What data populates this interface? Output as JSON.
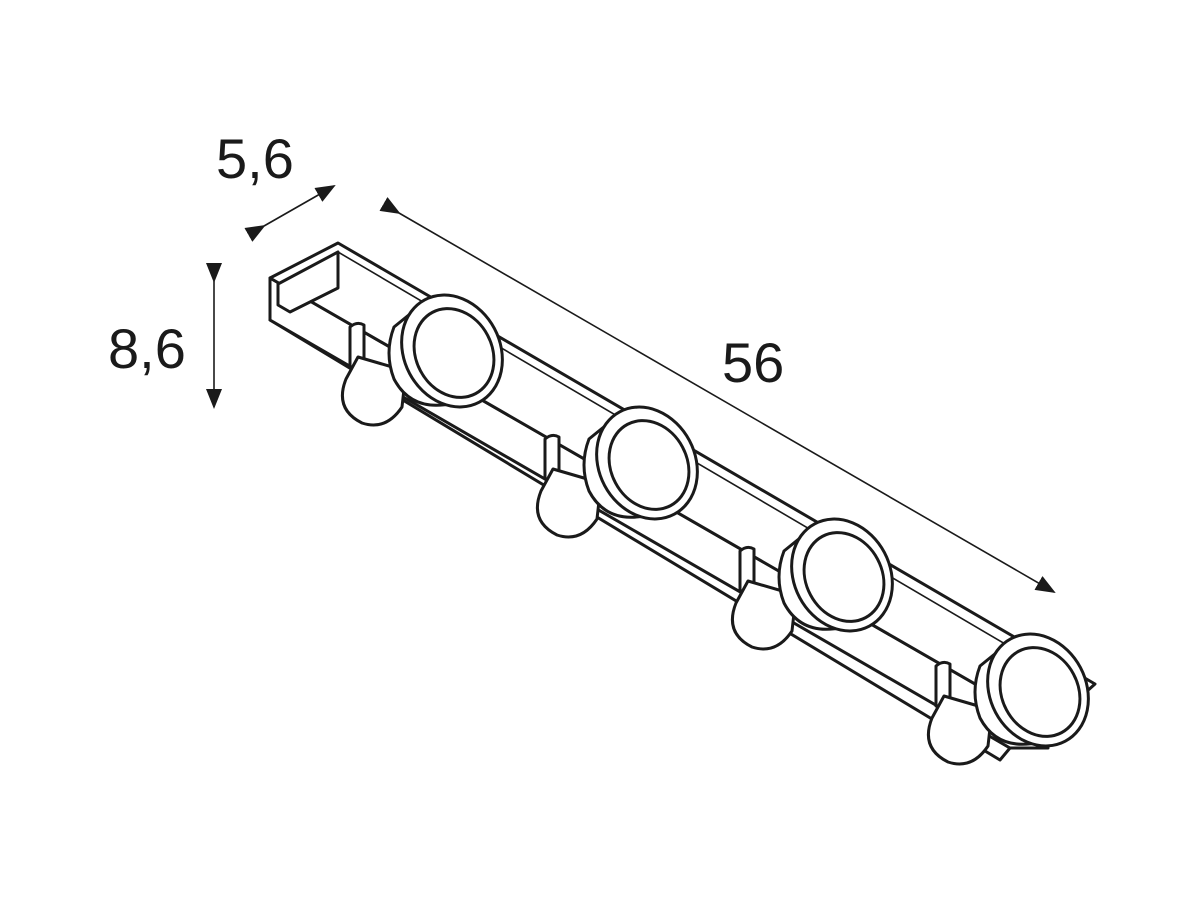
{
  "dimensions": {
    "width_label": "5,6",
    "height_label": "8,6",
    "length_label": "56"
  },
  "colors": {
    "line": "#1a1a1a",
    "background": "#ffffff"
  },
  "spot_count": 4
}
